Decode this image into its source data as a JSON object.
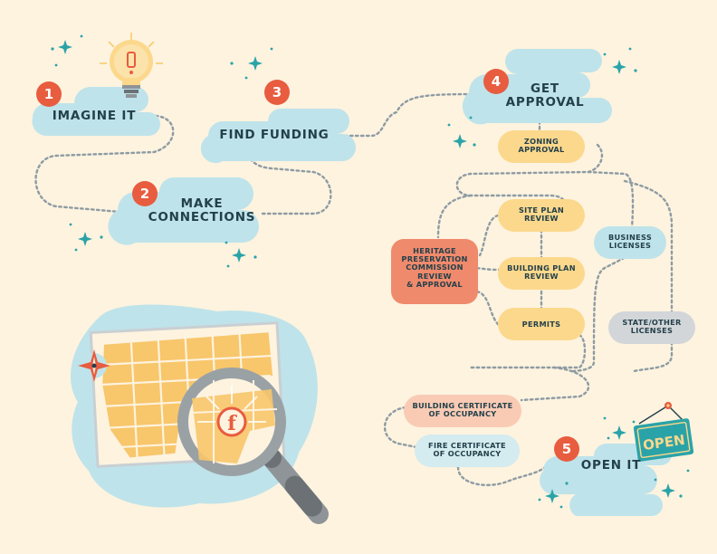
{
  "steps": {
    "imagine": {
      "num": "1",
      "label": "IMAGINE IT"
    },
    "connections": {
      "num": "2",
      "line1": "MAKE",
      "line2": "CONNECTIONS"
    },
    "funding": {
      "num": "3",
      "label": "FIND FUNDING"
    },
    "approval": {
      "num": "4",
      "line1": "GET",
      "line2": "APPROVAL"
    },
    "open": {
      "num": "5",
      "label": "OPEN IT"
    }
  },
  "approval_items": {
    "zoning": {
      "line1": "ZONING",
      "line2": "APPROVAL"
    },
    "site_plan": {
      "line1": "SITE PLAN",
      "line2": "REVIEW"
    },
    "building_plan": {
      "line1": "BUILDING PLAN",
      "line2": "REVIEW"
    },
    "permits": {
      "label": "PERMITS"
    },
    "heritage": {
      "line1": "HERITAGE",
      "line2": "PRESERVATION",
      "line3": "COMMISSION",
      "line4": "REVIEW",
      "line5": "& APPROVAL"
    },
    "business": {
      "line1": "BUSINESS",
      "line2": "LICENSES"
    },
    "state": {
      "line1": "STATE/OTHER",
      "line2": "LICENSES"
    }
  },
  "certificates": {
    "building": {
      "line1": "BUILDING CERTIFICATE",
      "line2": "OF OCCUPANCY"
    },
    "fire": {
      "line1": "FIRE CERTIFICATE",
      "line2": "OF OCCUPANCY"
    }
  },
  "sign": {
    "text": "OPEN"
  },
  "map_marker": {
    "letter": "f"
  },
  "colors": {
    "background": "#fdf3df",
    "cloud": "#bfe3ea",
    "yellow_pill": "#fcd88c",
    "salmon_pill": "#f08a6c",
    "peach_pill": "#f9cbb5",
    "gray_pill": "#d3d6d9",
    "accent_red": "#e85c3f",
    "teal": "#2aa3a8",
    "text": "#23404a",
    "dotted_path": "#8e9ba3"
  },
  "icons": [
    "lightbulb-icon",
    "sparkle-icon",
    "compass-icon",
    "magnifying-glass-icon",
    "open-sign-icon",
    "map-icon"
  ]
}
